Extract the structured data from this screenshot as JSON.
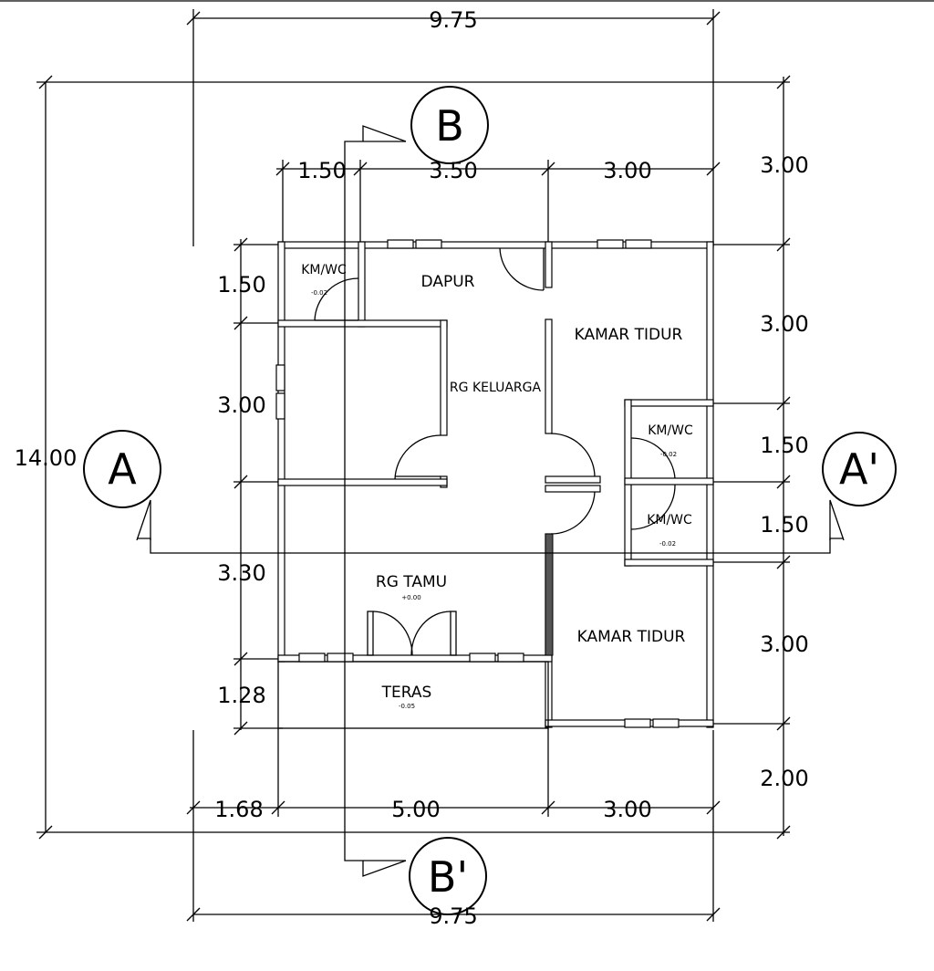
{
  "dimensions": {
    "top_total": "9.75",
    "bottom_total": "9.75",
    "left_total": "14.00",
    "top_segments": [
      "1.50",
      "3.50",
      "3.00"
    ],
    "bottom_segments": [
      "1.68",
      "5.00",
      "3.00"
    ],
    "left_segments": [
      "1.50",
      "3.00",
      "3.30",
      "1.28"
    ],
    "right_segments": [
      "3.00",
      "3.00",
      "1.50",
      "1.50",
      "3.00",
      "2.00"
    ]
  },
  "rooms": {
    "kmwc_1": "KM/WC",
    "kmwc_1_elev": "-0.02",
    "dapur": "DAPUR",
    "rg_keluarga": "RG KELUARGA",
    "kamar_tidur_1": "KAMAR TIDUR",
    "kmwc_2": "KM/WC",
    "kmwc_2_elev": "-0.02",
    "kmwc_3": "KM/WC",
    "kmwc_3_elev": "-0.02",
    "rg_tamu": "RG TAMU",
    "rg_tamu_elev": "+0.00",
    "kamar_tidur_2": "KAMAR TIDUR",
    "teras": "TERAS",
    "teras_elev": "-0.05"
  },
  "section_markers": {
    "a_left": "A",
    "a_right": "A'",
    "b_top": "B",
    "b_bottom": "B'"
  }
}
